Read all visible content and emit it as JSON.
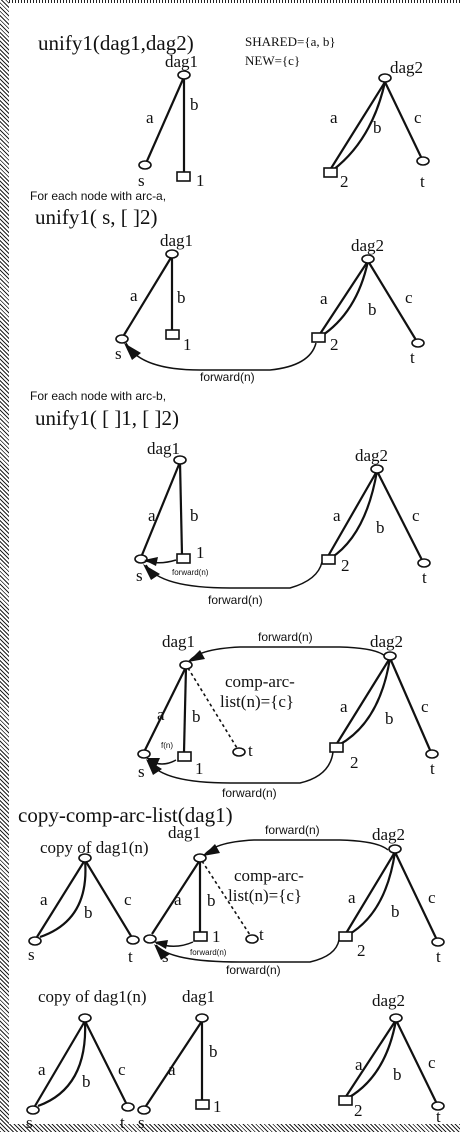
{
  "panel1": {
    "title": "unify1(dag1,dag2)",
    "shared": "SHARED={a, b}",
    "new": "NEW={c}",
    "dag1": "dag1",
    "dag2": "dag2",
    "a": "a",
    "b": "b",
    "c": "c",
    "s": "s",
    "t": "t",
    "one": "1",
    "two": "2"
  },
  "panel2": {
    "caption": "For each node with arc-a,",
    "title": "unify1( s, [ ]2)",
    "dag1": "dag1",
    "dag2": "dag2",
    "a": "a",
    "b": "b",
    "c": "c",
    "s": "s",
    "t": "t",
    "one": "1",
    "two": "2",
    "forward": "forward(n)"
  },
  "panel3": {
    "caption": "For each node with arc-b,",
    "title": "unify1( [ ]1, [ ]2)",
    "dag1": "dag1",
    "dag2": "dag2",
    "a": "a",
    "b": "b",
    "c": "c",
    "s": "s",
    "t": "t",
    "one": "1",
    "two": "2",
    "forward_small": "forward(n)",
    "forward": "forward(n)"
  },
  "panel4": {
    "dag1": "dag1",
    "dag2": "dag2",
    "forward_top": "forward(n)",
    "comp1": "comp-arc-",
    "comp2": "list(n)={c}",
    "fn": "f(n)",
    "a": "a",
    "b": "b",
    "c": "c",
    "s": "s",
    "t": "t",
    "t2": "t",
    "one": "1",
    "two": "2",
    "forward": "forward(n)"
  },
  "panel5": {
    "title": "copy-comp-arc-list(dag1)",
    "copy": "copy of dag1(n)",
    "dag1": "dag1",
    "dag2": "dag2",
    "forward_top": "forward(n)",
    "comp1": "comp-arc-",
    "comp2": "list(n)={c}",
    "forward_small": "forward(n)",
    "forward": "forward(n)",
    "ca": "a",
    "cb": "b",
    "cc": "c",
    "cs": "s",
    "ct": "t",
    "a": "a",
    "b": "b",
    "c": "c",
    "s": "s",
    "t": "t",
    "t2": "t",
    "one": "1",
    "two": "2"
  },
  "panel6": {
    "copy": "copy of dag1(n)",
    "dag1": "dag1",
    "dag2": "dag2",
    "ca": "a",
    "cb": "b",
    "cc": "c",
    "cs": "s",
    "ct": "t",
    "a": "a",
    "b": "b",
    "s": "s",
    "one": "1",
    "a2": "a",
    "b2": "b",
    "c2": "c",
    "two": "2",
    "t2": "t"
  }
}
